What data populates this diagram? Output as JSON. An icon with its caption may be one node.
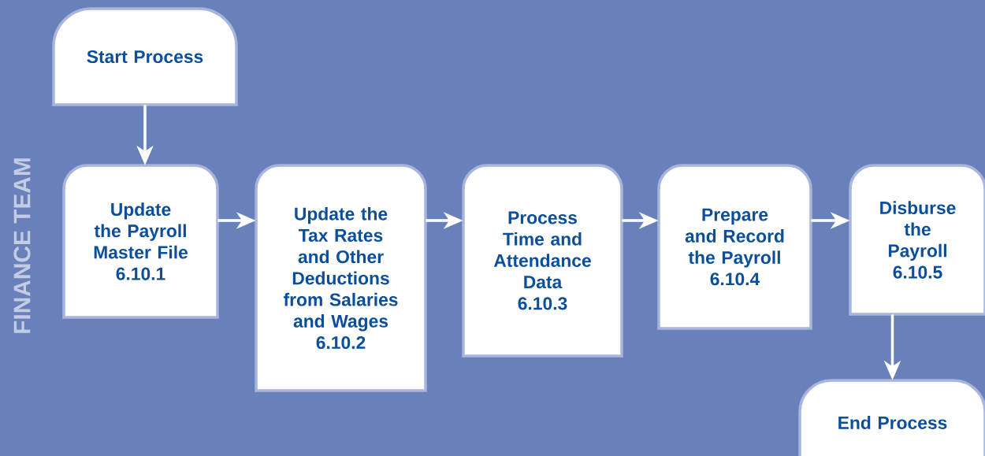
{
  "diagram": {
    "nodes": [
      {
        "text": [
          "Start Process"
        ]
      },
      {
        "text": [
          "Update the Payroll Master File",
          "6.10.1"
        ]
      },
      {
        "text": [
          "Update the Tax Rates and Other Deductions from Salaries and Wages",
          "6.10.2"
        ]
      },
      {
        "text": [
          "Process Time and Attendance Data",
          "6.10.3"
        ]
      },
      {
        "text": [
          "Prepare and Record the Payroll",
          "6.10.4"
        ]
      },
      {
        "text": [
          "Disburse the Payroll",
          "6.10.5"
        ]
      },
      {
        "text": [
          "End Process"
        ]
      }
    ],
    "edges": [
      {
        "from": 0,
        "to": 1,
        "arrow": "to"
      },
      {
        "from": 1,
        "to": 2,
        "arrow": "to"
      },
      {
        "from": 2,
        "to": 3,
        "arrow": "to"
      },
      {
        "from": 3,
        "to": 4,
        "arrow": "to"
      },
      {
        "from": 4,
        "to": 5,
        "arrow": "to"
      },
      {
        "from": 5,
        "to": 6,
        "arrow": "to"
      }
    ],
    "labels": [
      "FINANCE TEAM"
    ]
  }
}
